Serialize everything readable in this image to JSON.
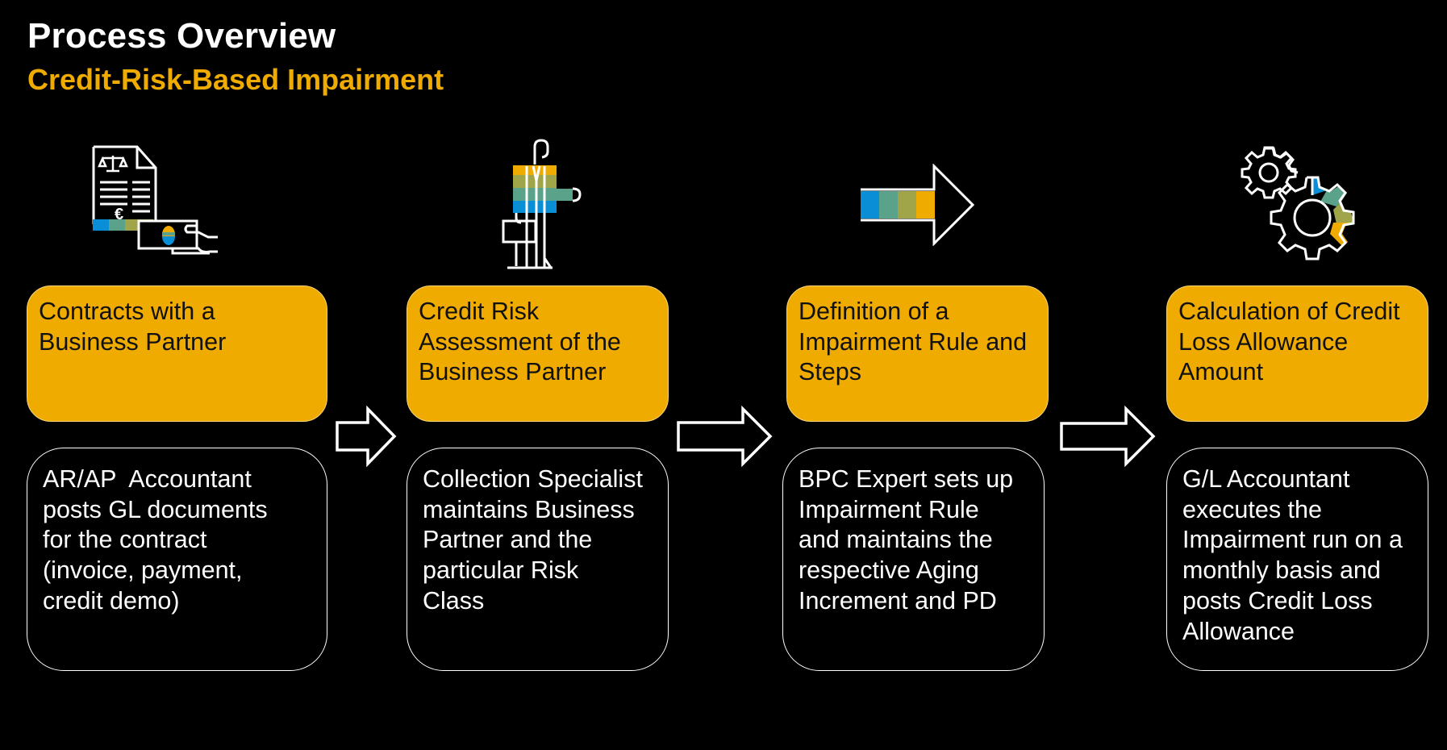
{
  "header": {
    "title": "Process Overview",
    "subtitle": "Credit-Risk-Based Impairment"
  },
  "colors": {
    "background": "#000000",
    "accent": "#f0ab00",
    "band_blue": "#0a8fd6",
    "band_teal": "#5aa38a",
    "band_olive": "#a0a54a",
    "band_orange": "#f0ab00"
  },
  "steps": [
    {
      "icon": "contract-payment-icon",
      "title_lines": [
        "Contracts with a",
        "Business Partner"
      ],
      "desc_lines": [
        "AR/AP  Accountant",
        "posts GL documents",
        "for the contract",
        "(invoice, payment,",
        "credit demo)"
      ]
    },
    {
      "icon": "business-person-icon",
      "title_lines": [
        "Credit Risk",
        "Assessment of the",
        "Business Partner"
      ],
      "desc_lines": [
        "Collection Specialist",
        "maintains Business",
        "Partner and the",
        "particular Risk",
        "Class"
      ]
    },
    {
      "icon": "progress-arrow-icon",
      "title_lines": [
        "Definition of a",
        "Impairment Rule and",
        "Steps"
      ],
      "desc_lines": [
        "BPC Expert sets up",
        "Impairment Rule",
        "and maintains the",
        "respective Aging",
        "Increment and PD"
      ]
    },
    {
      "icon": "gears-icon",
      "title_lines": [
        "Calculation of Credit",
        "Loss Allowance",
        "Amount"
      ],
      "desc_lines": [
        "G/L Accountant",
        "executes the",
        "Impairment run on a",
        "monthly basis and",
        "posts Credit Loss",
        "Allowance"
      ]
    }
  ]
}
